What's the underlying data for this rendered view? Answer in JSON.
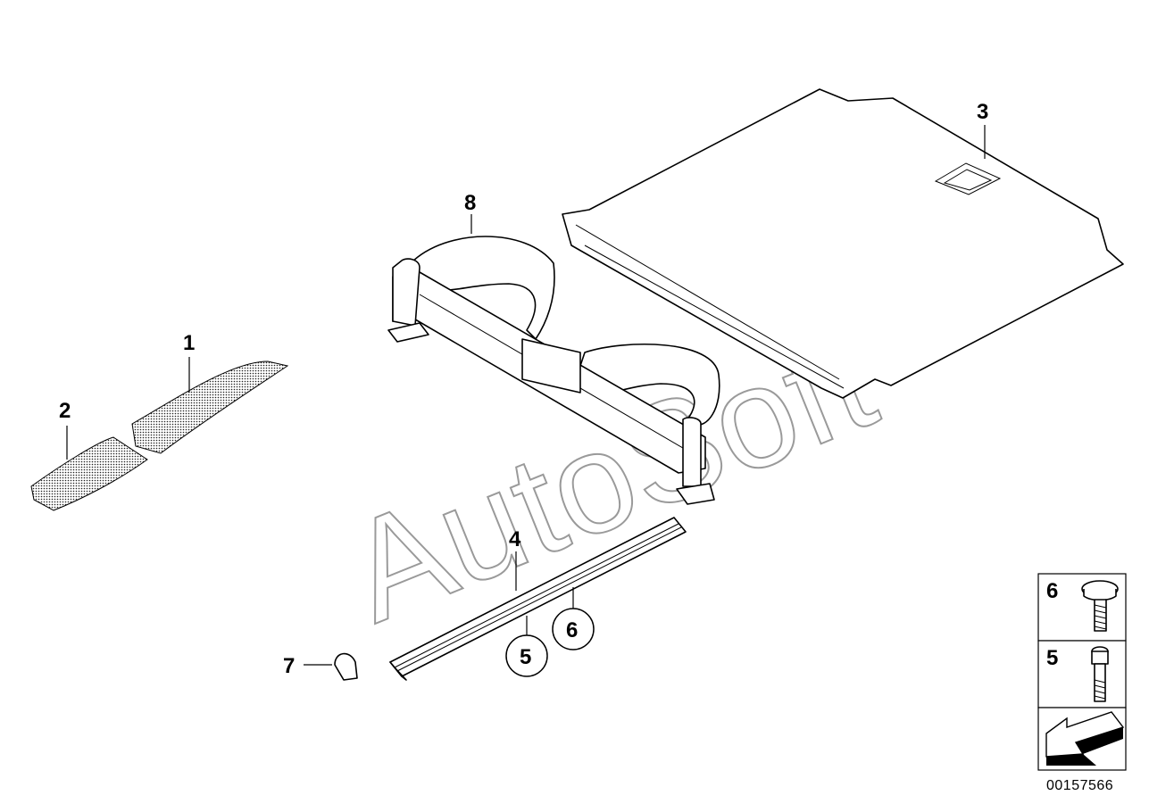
{
  "diagram": {
    "callouts": [
      {
        "id": "1",
        "text": "1"
      },
      {
        "id": "2",
        "text": "2"
      },
      {
        "id": "3",
        "text": "3"
      },
      {
        "id": "4",
        "text": "4"
      },
      {
        "id": "5",
        "text": "5"
      },
      {
        "id": "6",
        "text": "6"
      },
      {
        "id": "7",
        "text": "7"
      },
      {
        "id": "8",
        "text": "8"
      }
    ],
    "side_panel": {
      "items": [
        {
          "number": "6",
          "part": "screw"
        },
        {
          "number": "5",
          "part": "bolt"
        }
      ],
      "arrow_icon": "direction-arrow-icon"
    },
    "watermark": "AutoSoft",
    "reference_number": "00157566"
  }
}
